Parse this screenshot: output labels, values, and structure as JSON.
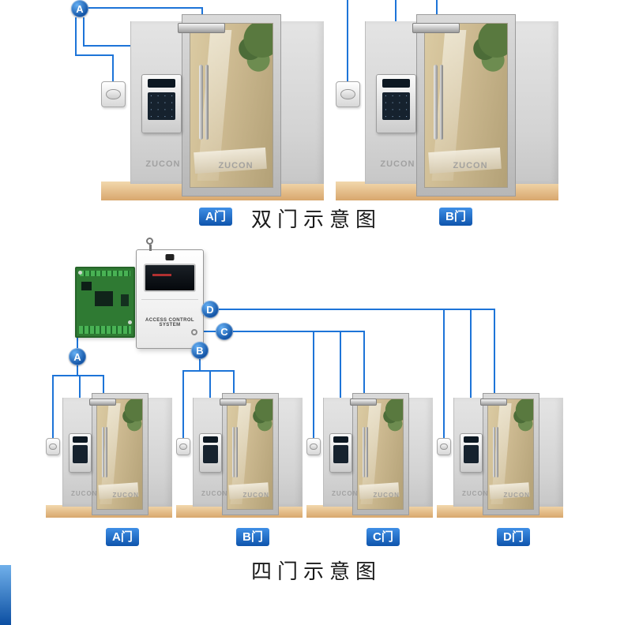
{
  "watermark": "ZUCON",
  "top_section": {
    "badge": "A",
    "door_labels": [
      "A门",
      "B门"
    ],
    "title": "双门示意图"
  },
  "controller": {
    "power_box_text": "Access Control System",
    "badges": [
      "D",
      "C",
      "B",
      "A"
    ]
  },
  "bottom_section": {
    "door_labels": [
      "A门",
      "B门",
      "C门",
      "D门"
    ],
    "title": "四门示意图"
  }
}
